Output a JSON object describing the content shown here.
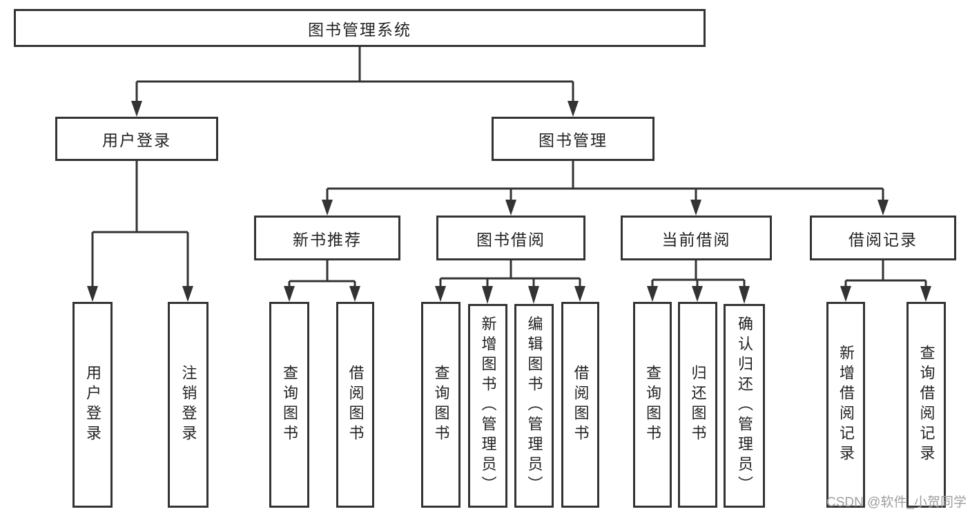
{
  "colors": {
    "line": "#333333",
    "text": "#222222",
    "box_background": "#ffffff",
    "watermark": "#9e9e9e"
  },
  "watermark": {
    "text": "CSDN @软件_小贺同学"
  },
  "diagram": {
    "type": "function-structure-tree",
    "root": {
      "label": "图书管理系统"
    },
    "level2": [
      {
        "label": "用户登录",
        "children_labels": [
          "用户登录",
          "注销登录"
        ]
      },
      {
        "label": "图书管理"
      }
    ],
    "level3": [
      {
        "label": "新书推荐",
        "children_labels": [
          "查询图书",
          "借阅图书"
        ]
      },
      {
        "label": "图书借阅",
        "children_labels": [
          "查询图书",
          "新增图书（管理员）",
          "编辑图书（管理员）",
          "借阅图书"
        ]
      },
      {
        "label": "当前借阅",
        "children_labels": [
          "查询图书",
          "归还图书",
          "确认归还（管理员）"
        ]
      },
      {
        "label": "借阅记录",
        "children_labels": [
          "新增借阅记录",
          "查询借阅记录"
        ]
      }
    ]
  }
}
